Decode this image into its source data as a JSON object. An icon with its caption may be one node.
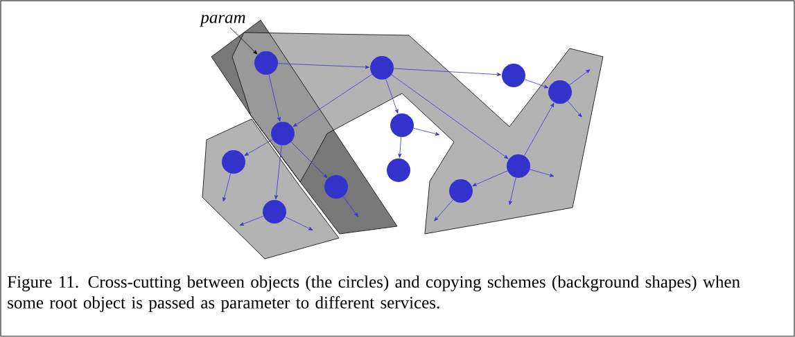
{
  "diagram": {
    "caption": "Figure 11. Cross-cutting between objects (the circles) and copying schemes (background shapes) when some root object is passed as parameter to different services.",
    "nodes": [
      {
        "text": [
          "param"
        ]
      },
      {
        "text": [],
        "shape": "circle"
      },
      {
        "text": [],
        "shape": "circle"
      },
      {
        "text": [],
        "shape": "circle"
      },
      {
        "text": [],
        "shape": "circle"
      },
      {
        "text": [],
        "shape": "circle"
      },
      {
        "text": [],
        "shape": "circle"
      },
      {
        "text": [],
        "shape": "circle"
      },
      {
        "text": [],
        "shape": "circle"
      },
      {
        "text": [],
        "shape": "circle"
      },
      {
        "text": [],
        "shape": "circle"
      },
      {
        "text": [],
        "shape": "circle"
      },
      {
        "text": [],
        "shape": "circle"
      }
    ],
    "edges": [
      {
        "from": 0,
        "to": 1,
        "arrow": "to",
        "color": "#000000"
      },
      {
        "from": 1,
        "to": 2,
        "arrow": "to"
      },
      {
        "from": 1,
        "to": 5,
        "arrow": "to"
      },
      {
        "from": 2,
        "to": 5,
        "arrow": "to"
      },
      {
        "from": 2,
        "to": 6,
        "arrow": "to"
      },
      {
        "from": 2,
        "to": 3,
        "arrow": "to"
      },
      {
        "from": 2,
        "to": 9,
        "arrow": "to"
      },
      {
        "from": 3,
        "to": 4,
        "arrow": "to"
      },
      {
        "from": 5,
        "to": 7,
        "arrow": "to"
      },
      {
        "from": 5,
        "to": 12,
        "arrow": "to"
      },
      {
        "from": 5,
        "to": 10,
        "arrow": "to"
      },
      {
        "from": 6,
        "to": 8,
        "arrow": "to"
      },
      {
        "from": 6,
        "to": null,
        "arrow": "to"
      },
      {
        "from": 7,
        "to": null,
        "arrow": "to"
      },
      {
        "from": 12,
        "to": null,
        "arrow": "to"
      },
      {
        "from": 12,
        "to": null,
        "arrow": "to"
      },
      {
        "from": 10,
        "to": null,
        "arrow": "to"
      },
      {
        "from": 9,
        "to": 4,
        "arrow": "to"
      },
      {
        "from": 9,
        "to": 11,
        "arrow": "to"
      },
      {
        "from": 9,
        "to": null,
        "arrow": "to"
      },
      {
        "from": 9,
        "to": null,
        "arrow": "to"
      },
      {
        "from": 11,
        "to": null,
        "arrow": "to"
      },
      {
        "from": 4,
        "to": null,
        "arrow": "to"
      },
      {
        "from": 4,
        "to": null,
        "arrow": "to"
      }
    ]
  }
}
